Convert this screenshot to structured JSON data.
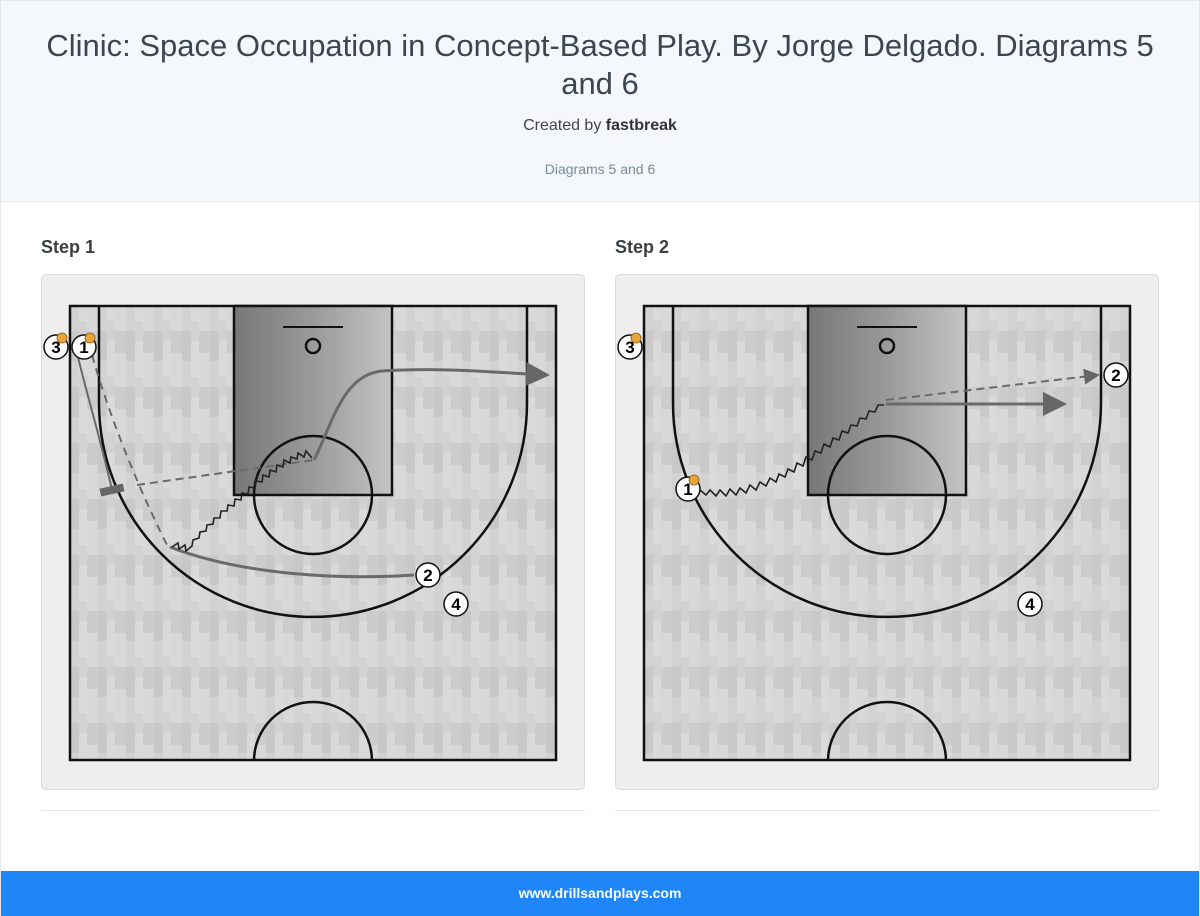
{
  "header": {
    "title": "Clinic: Space Occupation in Concept-Based Play. By Jorge Delgado. Diagrams 5 and 6",
    "created_by_prefix": "Created by",
    "author": "fastbreak",
    "subtitle": "Diagrams 5 and 6"
  },
  "steps": [
    {
      "label": "Step 1",
      "players": [
        "3",
        "1",
        "2",
        "4"
      ]
    },
    {
      "label": "Step 2",
      "players": [
        "3",
        "1",
        "2",
        "4"
      ]
    }
  ],
  "footer": {
    "site": "www.drillsandplays.com"
  },
  "colors": {
    "header_bg": "#f4f8fc",
    "footer_bg": "#1e86f7",
    "court_lines": "#111111",
    "paint": "#8c8c8c",
    "ball": "#e8a33a"
  }
}
